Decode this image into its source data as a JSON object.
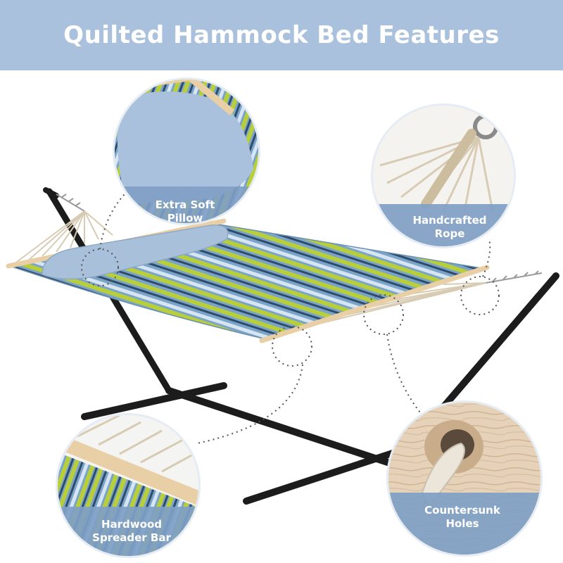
{
  "header": {
    "title": "Quilted Hammock Bed Features",
    "background_color": "#a9c1dc"
  },
  "callouts": [
    {
      "line1": "Extra Soft",
      "line2": "Pillow",
      "icon": "pillow-detail"
    },
    {
      "line1": "Handcrafted",
      "line2": "Rope",
      "icon": "rope-detail"
    },
    {
      "line1": "Hardwood",
      "line2": "Spreader Bar",
      "icon": "spreader-bar-detail"
    },
    {
      "line1": "Countersunk",
      "line2": "Holes",
      "icon": "countersunk-hole-detail"
    }
  ],
  "colors": {
    "stripe_blue": "#7aa4c8",
    "stripe_lime": "#b9cf3a",
    "stripe_navy": "#2f4a6b",
    "pillow": "#a8c0da",
    "wood": "#e9cfa6",
    "stand": "#1c1c1c",
    "label_band": "#7f9fc4"
  }
}
